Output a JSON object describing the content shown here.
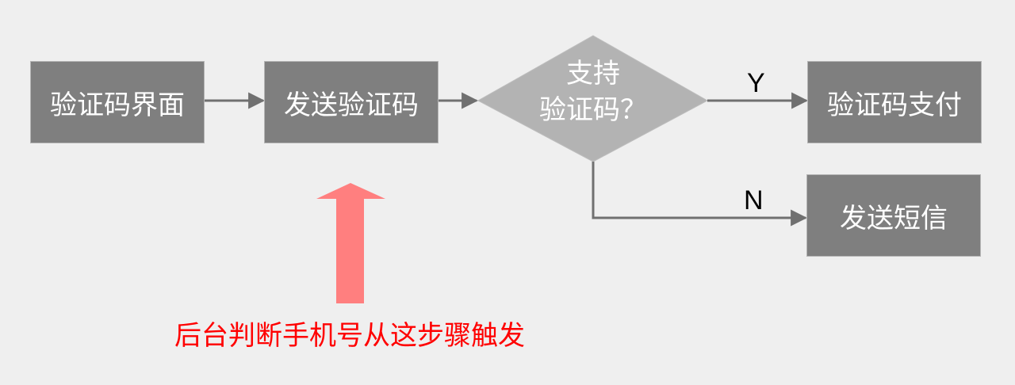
{
  "flowchart": {
    "nodes": {
      "captcha_screen": "验证码界面",
      "send_captcha": "发送验证码",
      "decision_line1": "支持",
      "decision_line2": "验证码？",
      "captcha_pay": "验证码支付",
      "send_sms": "发送短信"
    },
    "branches": {
      "yes": "Y",
      "no": "N"
    },
    "annotation": "后台判断手机号从这步骤触发",
    "colors": {
      "background": "#efefef",
      "box_fill": "#7f7f7f",
      "decision_fill": "#b3b3b3",
      "connector": "#707070",
      "highlight_arrow": "#ff7f7f",
      "annotation_text": "#ff0000"
    }
  }
}
